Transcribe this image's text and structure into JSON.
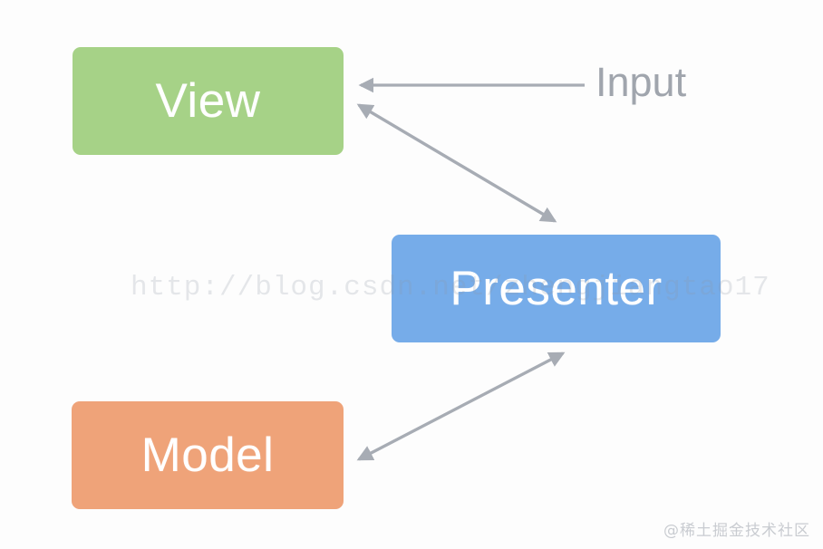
{
  "diagram": {
    "type": "mvp-architecture-diagram",
    "background_color": "#fdfdfd",
    "nodes": [
      {
        "id": "view",
        "label": "View",
        "color": "#a6d287",
        "text_color": "#ffffff"
      },
      {
        "id": "presenter",
        "label": "Presenter",
        "color": "#76ace9",
        "text_color": "#ffffff"
      },
      {
        "id": "model",
        "label": "Model",
        "color": "#efa379",
        "text_color": "#ffffff"
      }
    ],
    "labels": {
      "input": "Input"
    },
    "connections": [
      {
        "id": "input-to-view",
        "from": "Input",
        "to": "View",
        "direction": "one-way",
        "color": "#a7acb4"
      },
      {
        "id": "view-presenter",
        "from": "View",
        "to": "Presenter",
        "direction": "bidirectional",
        "color": "#a7acb4"
      },
      {
        "id": "model-presenter",
        "from": "Model",
        "to": "Presenter",
        "direction": "bidirectional",
        "color": "#a7acb4"
      }
    ]
  },
  "watermarks": {
    "url": "http://blog.csdn.net/zhengjiangtao17",
    "brand": "@稀土掘金技术社区"
  }
}
